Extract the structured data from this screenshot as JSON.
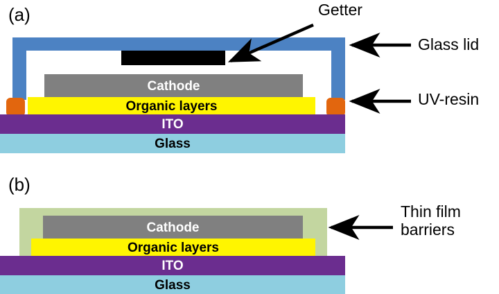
{
  "figure": {
    "panels": [
      {
        "id": "a",
        "label": "(a)",
        "type": "glass-lid-encapsulation",
        "layers": [
          {
            "name": "glass-lid",
            "label": "",
            "color": "#4C82C3"
          },
          {
            "name": "getter",
            "label": "",
            "color": "#000000"
          },
          {
            "name": "uv-resin-left",
            "label": "",
            "color": "#E2660E"
          },
          {
            "name": "uv-resin-right",
            "label": "",
            "color": "#E2660E"
          },
          {
            "name": "cathode",
            "label": "Cathode",
            "color": "#808080",
            "text_color": "#FFFFFF"
          },
          {
            "name": "organic-layers",
            "label": "Organic layers",
            "color": "#FFF500",
            "text_color": "#000000"
          },
          {
            "name": "ito",
            "label": "ITO",
            "color": "#6B2D8F",
            "text_color": "#FFFFFF"
          },
          {
            "name": "glass",
            "label": "Glass",
            "color": "#8ECEE0",
            "text_color": "#000000"
          }
        ],
        "callouts": [
          {
            "name": "getter",
            "text": "Getter"
          },
          {
            "name": "glass-lid",
            "text": "Glass lid"
          },
          {
            "name": "uv-resin",
            "text": "UV-resin"
          }
        ]
      },
      {
        "id": "b",
        "label": "(b)",
        "type": "thin-film-encapsulation",
        "layers": [
          {
            "name": "thin-film-barriers",
            "label": "",
            "color": "#C3D6A0"
          },
          {
            "name": "cathode",
            "label": "Cathode",
            "color": "#808080",
            "text_color": "#FFFFFF"
          },
          {
            "name": "organic-layers",
            "label": "Organic layers",
            "color": "#FFF500",
            "text_color": "#000000"
          },
          {
            "name": "ito",
            "label": "ITO",
            "color": "#6B2D8F",
            "text_color": "#FFFFFF"
          },
          {
            "name": "glass",
            "label": "Glass",
            "color": "#8ECEE0",
            "text_color": "#000000"
          }
        ],
        "callouts": [
          {
            "name": "thin-film-barriers",
            "text": "Thin film barriers"
          }
        ]
      }
    ],
    "colors": {
      "glass_lid": "#4C82C3",
      "getter": "#000000",
      "uv_resin": "#E2660E",
      "cathode": "#808080",
      "organic_layers": "#FFF500",
      "ito": "#6B2D8F",
      "glass": "#8ECEE0",
      "thin_film_barriers": "#C3D6A0",
      "background": "#FFFFFF",
      "arrow": "#000000"
    }
  }
}
